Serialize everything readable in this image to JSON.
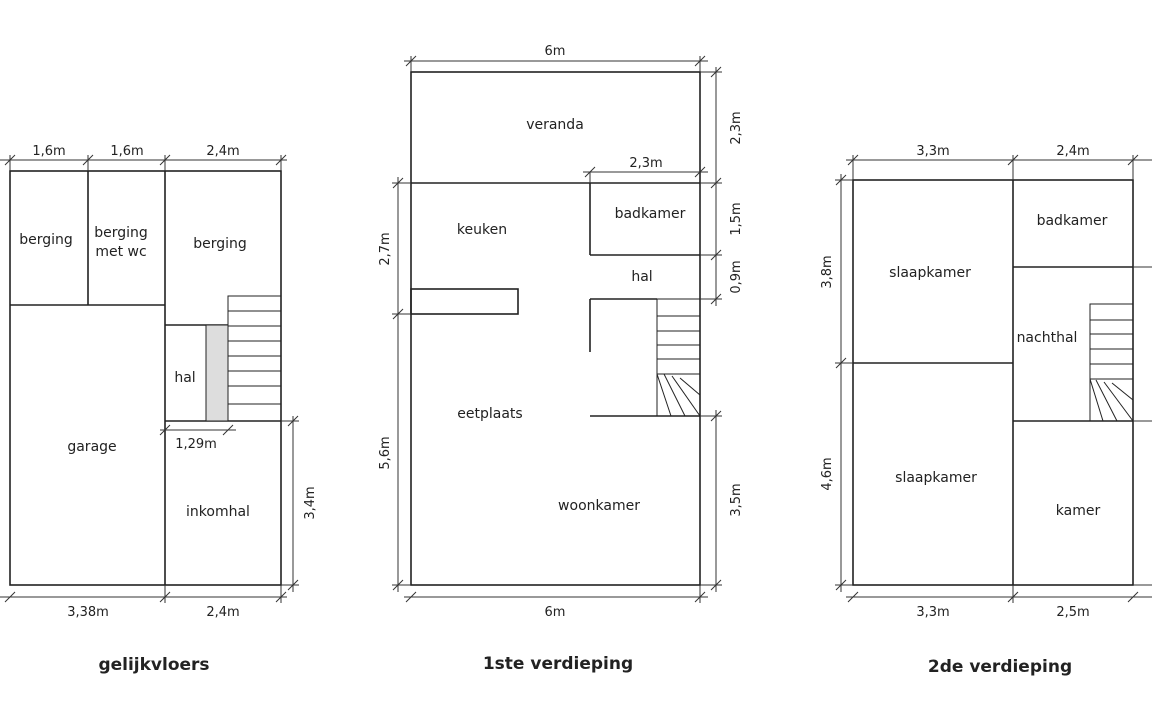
{
  "colors": {
    "line": "#222222",
    "stair_fill": "#dddddd",
    "background": "#ffffff"
  },
  "floors": [
    {
      "title": "gelijkvloers",
      "rooms": [
        "berging",
        "berging",
        "met wc",
        "berging",
        "hal",
        "garage",
        "inkomhal"
      ],
      "dims": [
        "1,6m",
        "1,6m",
        "2,4m",
        "1,29m",
        "3,4m",
        "3,38m",
        "2,4m"
      ]
    },
    {
      "title": "1ste verdieping",
      "rooms": [
        "veranda",
        "keuken",
        "badkamer",
        "hal",
        "eetplaats",
        "woonkamer"
      ],
      "dims": [
        "6m",
        "2,3m",
        "2,3m",
        "1,5m",
        "0,9m",
        "2,7m",
        "5,6m",
        "3,5m",
        "6m"
      ]
    },
    {
      "title": "2de verdieping",
      "rooms": [
        "slaapkamer",
        "badkamer",
        "nachthal",
        "slaapkamer",
        "kamer"
      ],
      "dims": [
        "3,3m",
        "2,4m",
        "3,8m",
        "4,6m",
        "3,3m",
        "2,5m"
      ]
    }
  ]
}
